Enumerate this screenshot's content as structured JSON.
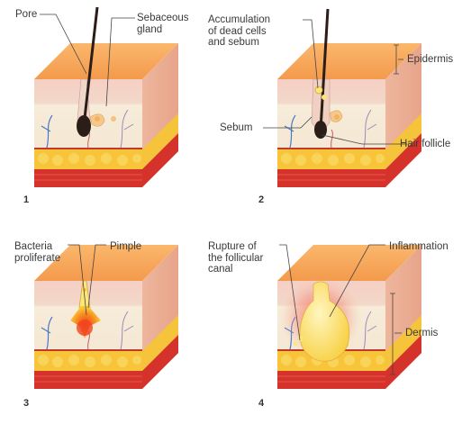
{
  "panels": [
    {
      "number": "1",
      "labels": {
        "pore": "Pore",
        "sebaceous_gland": "Sebaceous\ngland"
      }
    },
    {
      "number": "2",
      "labels": {
        "accumulation": "Accumulation\nof dead cells\nand sebum",
        "sebum": "Sebum",
        "hair_follicle": "Hair follicle",
        "epidermis": "Epidermis"
      }
    },
    {
      "number": "3",
      "labels": {
        "bacteria": "Bacteria\nproliferate",
        "pimple": "Pimple"
      }
    },
    {
      "number": "4",
      "labels": {
        "rupture": "Rupture of\nthe follicular\ncanal",
        "inflammation": "Inflammation",
        "dermis": "Dermis"
      }
    }
  ],
  "colors": {
    "skin_top": "#f7a25a",
    "skin_pink": "#f5c7bd",
    "dermis": "#f4e6d1",
    "fat": "#f7c43a",
    "muscle": "#d4322a",
    "hair": "#2b1d18",
    "pus": "#fbe67a",
    "inflammation": "#f25a5a"
  }
}
